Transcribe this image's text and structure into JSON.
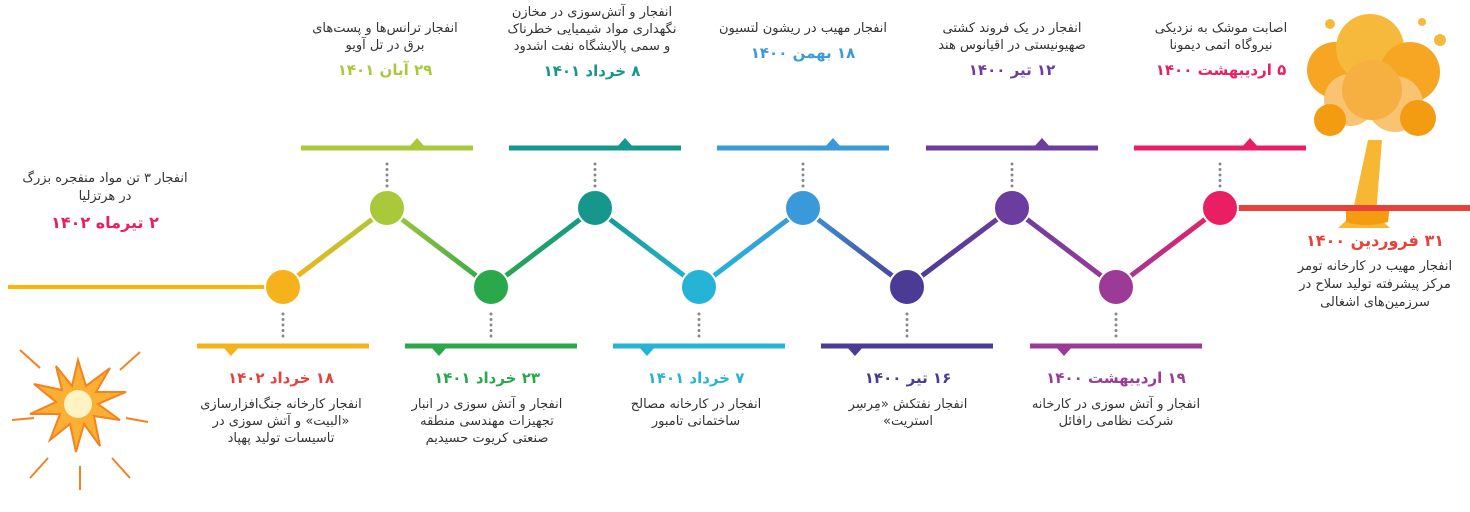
{
  "colors": {
    "background": "#ffffff",
    "text": "#333333"
  },
  "timeline": {
    "start": {
      "date": "۳۱ فروردین ۱۴۰۰",
      "description": "انفجار مهیب در کارخانه تومر مرکز پیشرفته تولید سلاح در سرزمین‌های اشغالی",
      "color": "#e8413c",
      "icon": "mushroom-cloud-icon"
    },
    "end": {
      "date": "۲ تیرماه ۱۴۰۲",
      "description": "انفجار ۳ تن مواد منفجره بزرگ در هرتزلیا",
      "color": "#ffb400",
      "icon": "explosion-burst-icon"
    },
    "events": [
      {
        "position": "top",
        "date": "۵ اردیبهشت ۱۴۰۰",
        "description": "اصابت موشک به نزدیکی نیروگاه اتمی دیمونا",
        "color": "#ea1f63"
      },
      {
        "position": "bottom",
        "date": "۱۹ اردیبهشت ۱۴۰۰",
        "description": "انفجار و آتش سوزی در کارخانه شرکت نظامی رافائل",
        "color": "#9c3a97"
      },
      {
        "position": "top",
        "date": "۱۲ تیر ۱۴۰۰",
        "description": "انفجار در یک فروند کشتی صهیونیستی در اقیانوس هند",
        "color": "#6a3d9e"
      },
      {
        "position": "bottom",
        "date": "۱۶ تیر ۱۴۰۰",
        "description": "انفجار نفتکش «مِرسِر استریت»",
        "color": "#4b3b94"
      },
      {
        "position": "top",
        "date": "۱۸ بهمن ۱۴۰۰",
        "description": "انفجار مهیب در ریشون لتسیون",
        "color": "#3a9ad9"
      },
      {
        "position": "bottom",
        "date": "۷ خرداد ۱۴۰۱",
        "description": "انفجار در کارخانه مصالح ساختمانی تامبور",
        "color": "#25b4d6"
      },
      {
        "position": "top",
        "date": "۸ خرداد ۱۴۰۱",
        "description": "انفجار و آتش‌سوزی در مخازن نگهداری مواد شیمیایی خطرناک و سمی پالایشگاه نفت اشدود",
        "color": "#16978c"
      },
      {
        "position": "bottom",
        "date": "۲۳ خرداد ۱۴۰۱",
        "description": "انفجار و آتش سوزی در انبار تجهیزات مهندسی منطقه صنعتی کریوت حسیدیم",
        "color": "#2aa84a"
      },
      {
        "position": "top",
        "date": "۲۹ آبان ۱۴۰۱",
        "description": "انفجار ترانس‌ها و پست‌های برق در تل آویو",
        "color": "#a9c93a"
      },
      {
        "position": "bottom",
        "date": "۱۸ خرداد ۱۴۰۲",
        "description": "انفجار کارخانه جنگ‌افزارسازی «البیت» و آتش سوزی در تاسیسات تولید پهپاد",
        "color": "#f6b21b"
      }
    ]
  }
}
